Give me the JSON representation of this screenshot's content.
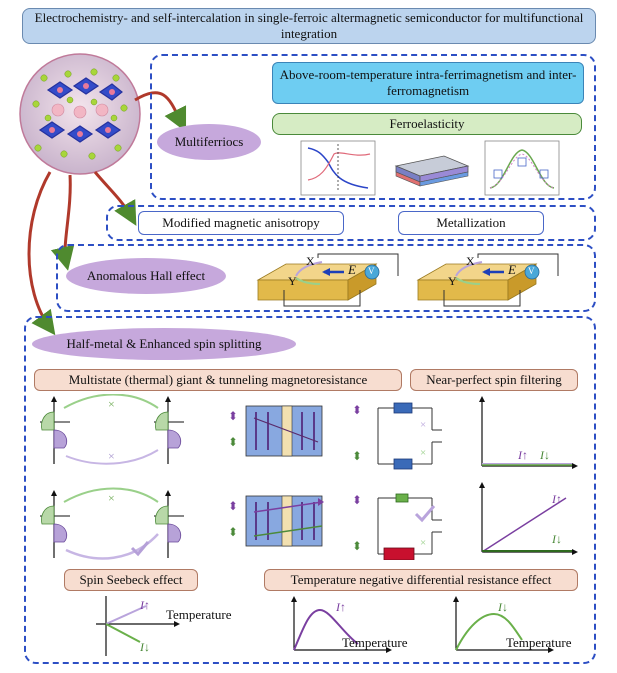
{
  "title": "Electrochemistry- and self-intercalation in single-ferroic altermagnetic semiconductor for multifunctional integration",
  "multiferroics": {
    "label": "Multiferriocs",
    "magnetism_box": "Above-room-temperature intra-ferrimagnetism and inter-ferromagnetism",
    "ferroelasticity_box": "Ferroelasticity"
  },
  "row2": {
    "anisotropy": "Modified magnetic anisotropy",
    "metallization": "Metallization"
  },
  "hall": {
    "label": "Anomalous Hall effect",
    "x_label": "X",
    "y_label": "Y",
    "e_label": "E",
    "v_label": "V"
  },
  "halfmetal": {
    "label": "Half-metal & Enhanced spin splitting",
    "magnetoresistance": "Multistate (thermal) giant & tunneling magnetoresistance",
    "spin_filtering": "Near-perfect spin filtering",
    "seebeck": "Spin Seebeck effect",
    "ndr": "Temperature negative differential resistance effect",
    "i_up": "I↑",
    "i_down": "I↓",
    "temperature": "Temperature"
  },
  "colors": {
    "title_bg": "#bcd4ee",
    "magnetism_bg": "#6ecdf2",
    "ferroelastic_bg": "#d6ecc4",
    "oval_purple": "#c6a8dc",
    "peach": "#f7ddd0",
    "dashed_border": "#2d4fc4",
    "arrow_red": "#b0392b",
    "arrow_green": "#4f8a2f",
    "spin_up": "#7a3fa0",
    "spin_down": "#4c8a3a",
    "hall_plate": "#e2b94a"
  }
}
